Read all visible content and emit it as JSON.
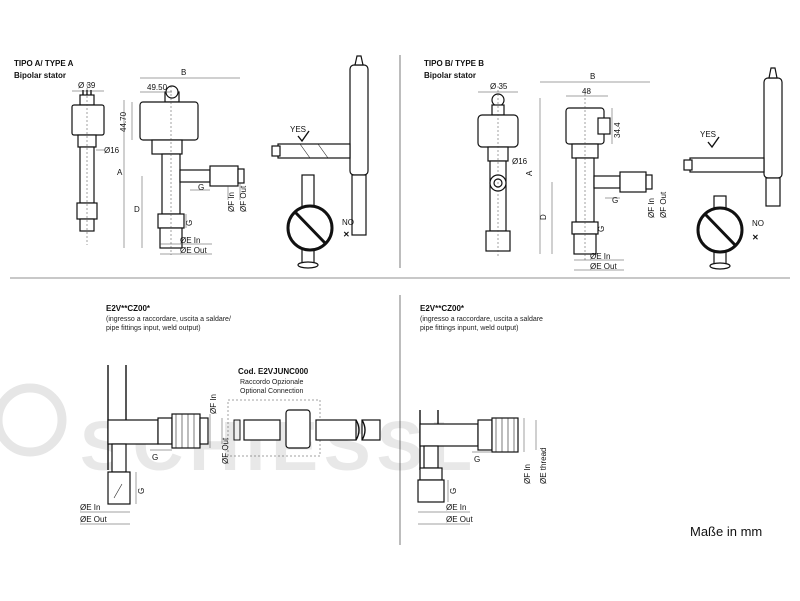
{
  "watermark": "SCHIESSL",
  "type_a": {
    "title": "TIPO A/ TYPE A",
    "subtitle": "Bipolar stator",
    "dims": {
      "d39": "Ø 39",
      "b": "B",
      "w4950": "49.50",
      "h4470": "44.70",
      "a": "A",
      "d16": "Ø16",
      "d": "D",
      "g1": "G",
      "f_in": "ØF In",
      "f_out": "ØF Out",
      "g2": "G",
      "e_in": "ØE In",
      "e_out": "ØE Out"
    },
    "yes": "YES",
    "no": "NO"
  },
  "type_b": {
    "title": "TIPO B/ TYPE B",
    "subtitle": "Bipolar stator",
    "dims": {
      "d35": "Ø 35",
      "b": "B",
      "w48": "48",
      "h344": "34.4",
      "a": "A",
      "d16": "Ø16",
      "d": "D",
      "g1": "G",
      "f_in": "ØF In",
      "f_out": "ØF Out",
      "g2": "G",
      "e_in": "ØE In",
      "e_out": "ØE Out"
    },
    "yes": "YES",
    "no": "NO"
  },
  "bottom_left": {
    "code": "E2V**CZ00*",
    "desc1": "(ingresso a raccordare, uscita a saldare/",
    "desc2": "pipe fittings input, weld output)",
    "g1": "G",
    "f_in": "ØF In",
    "f_out": "ØF Out",
    "g2": "G",
    "e_in": "ØE In",
    "e_out": "ØE Out",
    "junc_code": "Cod. E2VJUNC000",
    "junc_it": "Raccordo Opzionale",
    "junc_en": "Optional Connection"
  },
  "bottom_right": {
    "code": "E2V**CZ00*",
    "desc1": "(ingresso a raccordare, uscita a saldare",
    "desc2": "pipe fittings inpunt, weld output)",
    "g1": "G",
    "f_in": "ØF In",
    "e_thread": "ØE thread",
    "g2": "G",
    "e_in": "ØE In",
    "e_out": "ØE Out"
  },
  "units_note": "Maße in mm"
}
